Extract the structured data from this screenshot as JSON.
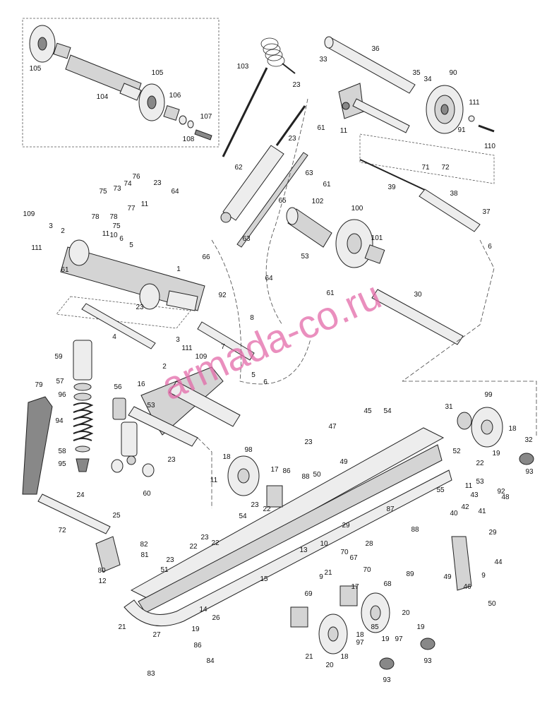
{
  "watermark": "armada-co.ru",
  "labels": [
    "105",
    "104",
    "105",
    "106",
    "107",
    "108",
    "103",
    "23",
    "33",
    "36",
    "35",
    "34",
    "90",
    "111",
    "91",
    "110",
    "61",
    "23",
    "11",
    "71",
    "72",
    "63",
    "61",
    "62",
    "39",
    "38",
    "37",
    "6",
    "23",
    "64",
    "76",
    "74",
    "73",
    "75",
    "78",
    "11",
    "78",
    "77",
    "75",
    "65",
    "102",
    "100",
    "101",
    "109",
    "3",
    "2",
    "111",
    "11",
    "10",
    "6",
    "5",
    "66",
    "63",
    "64",
    "53",
    "61",
    "1",
    "92",
    "61",
    "23",
    "30",
    "4",
    "3",
    "111",
    "109",
    "2",
    "8",
    "7",
    "5",
    "6",
    "59",
    "57",
    "96",
    "94",
    "58",
    "95",
    "79",
    "56",
    "16",
    "53",
    "60",
    "23",
    "99",
    "31",
    "45",
    "54",
    "47",
    "18",
    "19",
    "32",
    "93",
    "98",
    "18",
    "11",
    "17",
    "86",
    "88",
    "23",
    "49",
    "50",
    "52",
    "22",
    "53",
    "11",
    "55",
    "43",
    "92",
    "48",
    "42",
    "41",
    "40",
    "54",
    "23",
    "22",
    "87",
    "24",
    "25",
    "72",
    "82",
    "81",
    "80",
    "23",
    "22",
    "23",
    "22",
    "29",
    "28",
    "88",
    "89",
    "29",
    "44",
    "9",
    "49",
    "46",
    "50",
    "51",
    "12",
    "15",
    "13",
    "10",
    "70",
    "67",
    "70",
    "21",
    "9",
    "68",
    "69",
    "17",
    "21",
    "14",
    "19",
    "26",
    "27",
    "86",
    "83",
    "84",
    "85",
    "20",
    "18",
    "19",
    "20",
    "97",
    "19",
    "97",
    "18",
    "21",
    "93",
    "93"
  ]
}
